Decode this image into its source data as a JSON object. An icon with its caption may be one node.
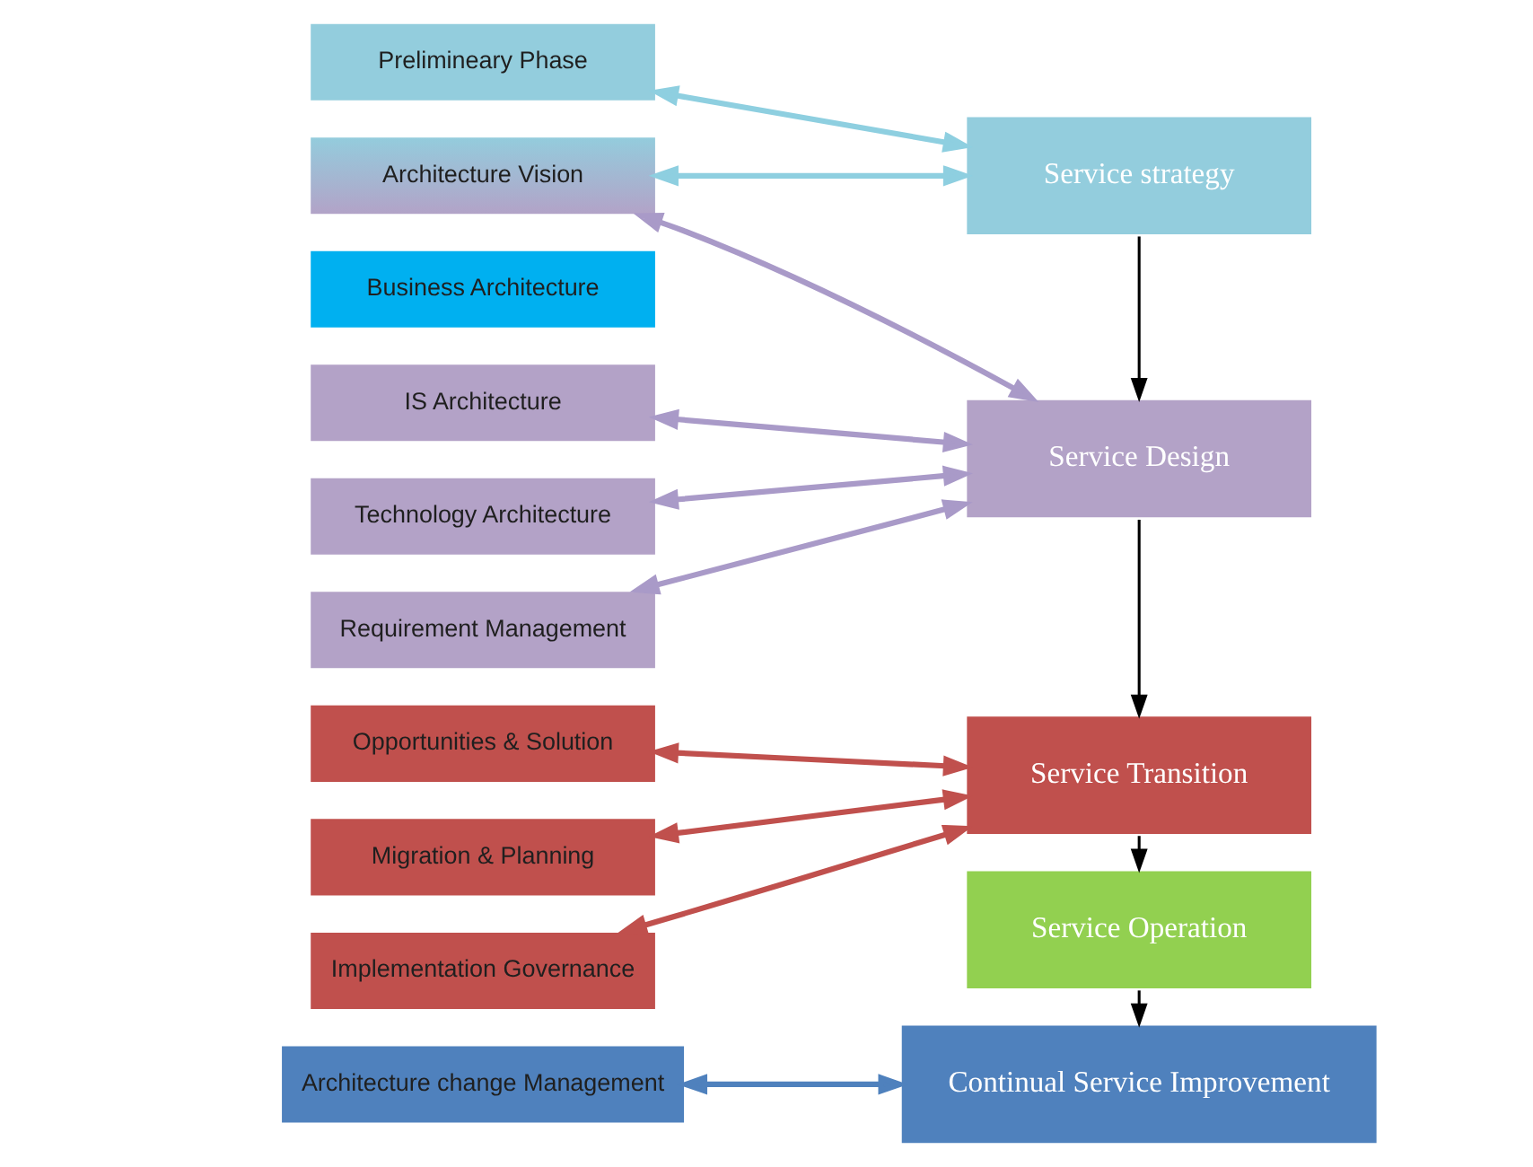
{
  "diagram": {
    "nodes": [
      {
        "text": [
          "Prelimineary Phase"
        ]
      },
      {
        "text": [
          "Architecture Vision"
        ]
      },
      {
        "text": [
          "Business Architecture"
        ]
      },
      {
        "text": [
          "IS Architecture"
        ]
      },
      {
        "text": [
          "Technology Architecture"
        ]
      },
      {
        "text": [
          "Opportunities & Solution"
        ]
      },
      {
        "text": [
          "Migration & Planning"
        ]
      },
      {
        "text": [
          "Implementation Governance"
        ]
      },
      {
        "text": [
          "Architecture change Management"
        ]
      },
      {
        "text": [
          "Requirement Management"
        ]
      },
      {
        "text": [
          "Service strategy"
        ]
      },
      {
        "text": [
          "Service Design"
        ]
      },
      {
        "text": [
          "Service Transition"
        ]
      },
      {
        "text": [
          "Service Operation"
        ]
      },
      {
        "text": [
          "Continual Service Improvement"
        ]
      }
    ],
    "edges": [
      {
        "from": 0,
        "to": 10,
        "arrow": "both",
        "color": "#8ecfe0"
      },
      {
        "from": 1,
        "to": 10,
        "arrow": "both",
        "color": "#8ecfe0"
      },
      {
        "from": 1,
        "to": 11,
        "arrow": "both",
        "color": "#a99ac8"
      },
      {
        "from": 9,
        "to": 11,
        "arrow": "both",
        "color": "#a99ac8"
      },
      {
        "from": 3,
        "to": 11,
        "arrow": "both",
        "color": "#a99ac8"
      },
      {
        "from": 4,
        "to": 11,
        "arrow": "both",
        "color": "#a99ac8"
      },
      {
        "from": 5,
        "to": 12,
        "arrow": "both",
        "color": "#c0504d"
      },
      {
        "from": 6,
        "to": 12,
        "arrow": "both",
        "color": "#c0504d"
      },
      {
        "from": 7,
        "to": 12,
        "arrow": "both",
        "color": "#c0504d"
      },
      {
        "from": 8,
        "to": 14,
        "arrow": "both",
        "color": "#4f81bd"
      },
      {
        "from": 10,
        "to": 11,
        "arrow": "to",
        "color": "#000000"
      },
      {
        "from": 11,
        "to": 12,
        "arrow": "to",
        "color": "#000000"
      },
      {
        "from": 12,
        "to": 13,
        "arrow": "to",
        "color": "#000000"
      },
      {
        "from": 13,
        "to": 14,
        "arrow": "to",
        "color": "#000000"
      }
    ]
  }
}
